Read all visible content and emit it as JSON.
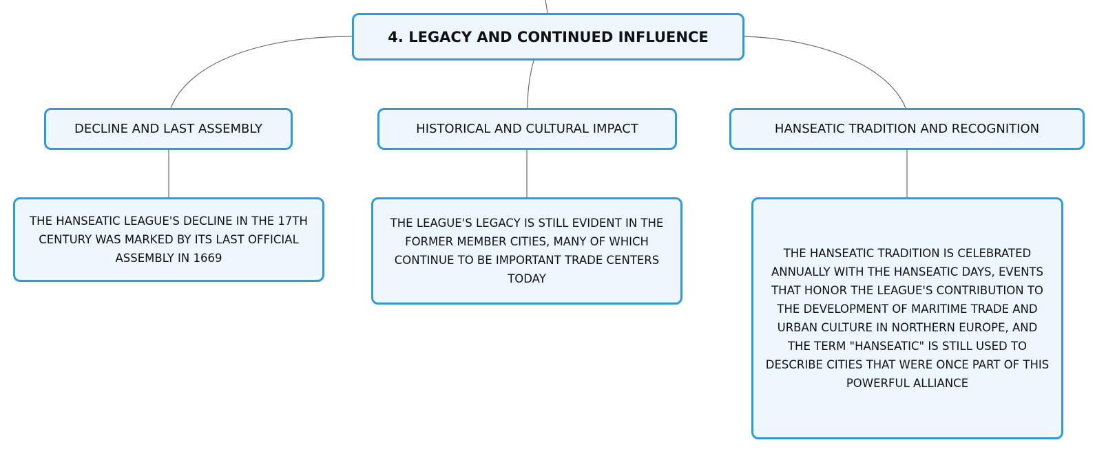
{
  "central_topic": "4. LEGACY AND CONTINUED INFLUENCE",
  "topics": [
    {
      "label": "DECLINE AND LAST ASSEMBLY",
      "detail": "THE HANSEATIC LEAGUE'S DECLINE IN THE 17TH CENTURY WAS MARKED BY ITS LAST OFFICIAL ASSEMBLY IN 1669"
    },
    {
      "label": "HISTORICAL AND CULTURAL IMPACT",
      "detail": "THE LEAGUE'S LEGACY IS STILL EVIDENT IN THE FORMER MEMBER CITIES, MANY OF WHICH CONTINUE TO BE IMPORTANT TRADE CENTERS TODAY"
    },
    {
      "label": "HANSEATIC TRADITION AND RECOGNITION",
      "detail": "THE HANSEATIC TRADITION IS CELEBRATED ANNUALLY WITH THE HANSEATIC DAYS, EVENTS THAT HONOR THE LEAGUE'S CONTRIBUTION TO THE DEVELOPMENT OF MARITIME TRADE AND URBAN CULTURE IN NORTHERN EUROPE, AND THE TERM \"HANSEATIC\" IS STILL USED TO DESCRIBE CITIES THAT WERE ONCE PART OF THIS POWERFUL ALLIANCE"
    }
  ],
  "colors": {
    "node_border": "#2f9ad8",
    "node_fill": "#eef7fd",
    "connector": "#6b6b6b",
    "text": "#111111"
  }
}
